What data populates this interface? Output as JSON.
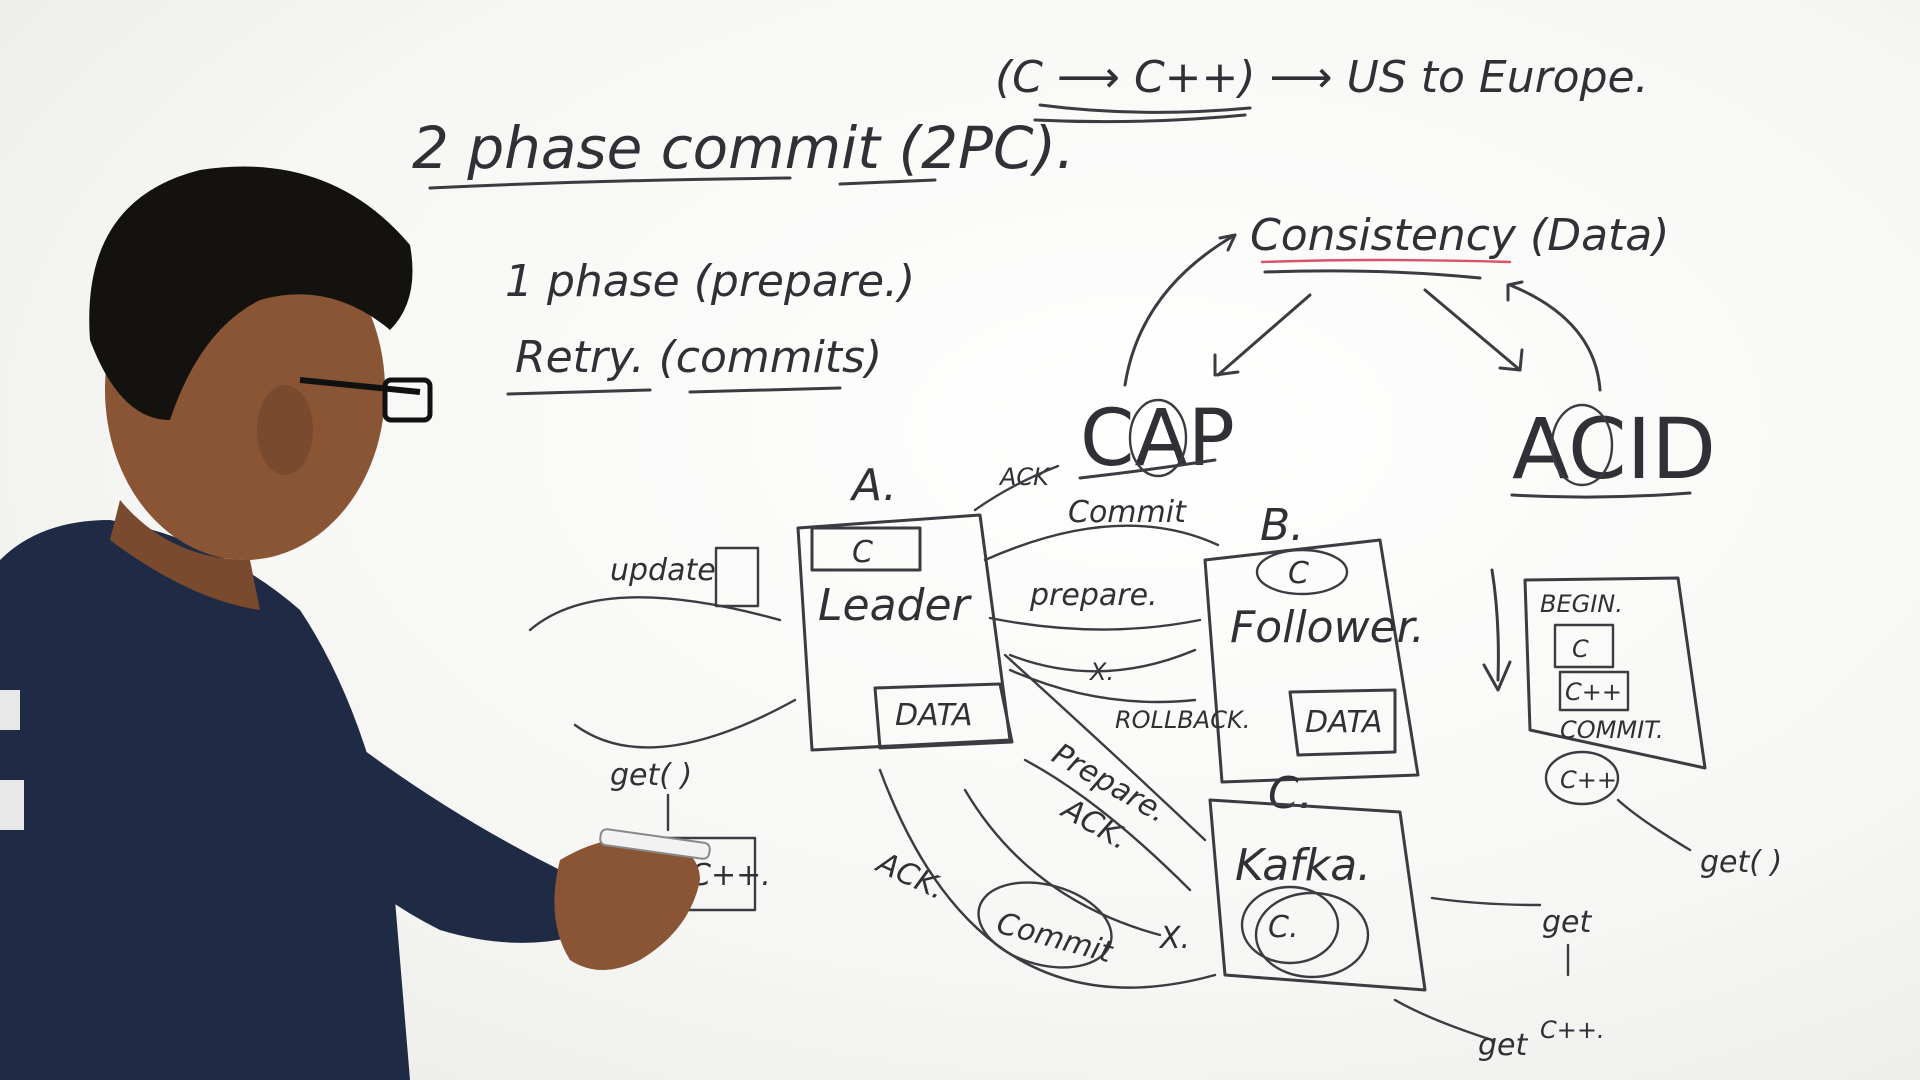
{
  "board": {
    "title_top": "(C ⟶ C++) ⟶ US to Europe.",
    "heading": "2 phase commit (2PC).",
    "phase1": "1 phase (prepare.)",
    "retry": "Retry. (commits)",
    "consistency": "Consistency (Data)",
    "cap": "CAP",
    "acid": "ACID",
    "node_a_label": "A.",
    "node_a_box_c": "C",
    "node_a_role": "Leader",
    "node_a_data": "DATA",
    "node_b_label": "B.",
    "node_b_circle_c": "C",
    "node_b_role": "Follower.",
    "node_b_data": "DATA",
    "node_c_label": "C.",
    "node_c_role": "Kafka.",
    "node_c_circle_c": "C.",
    "msg_ack_top": "ACK",
    "msg_commit_top": "Commit",
    "msg_prepare": "prepare.",
    "msg_x1": "X.",
    "msg_rollback": "ROLLBACK.",
    "msg_prepare2": "Prepare.",
    "msg_ack_mid": "ACK.",
    "msg_ack_left": "ACK.",
    "msg_commit_oval": "Commit",
    "msg_x2": "X.",
    "client_update": "update",
    "client_get": "get( )",
    "client_box": "C++.",
    "txn_begin": "BEGIN.",
    "txn_c": "C",
    "txn_cpp": "C++",
    "txn_commit": "COMMIT.",
    "txn_circle": "C++",
    "txn_get": "get( )",
    "kafka_get": "get",
    "kafka_get2": "get",
    "kafka_cpp": "C++."
  }
}
